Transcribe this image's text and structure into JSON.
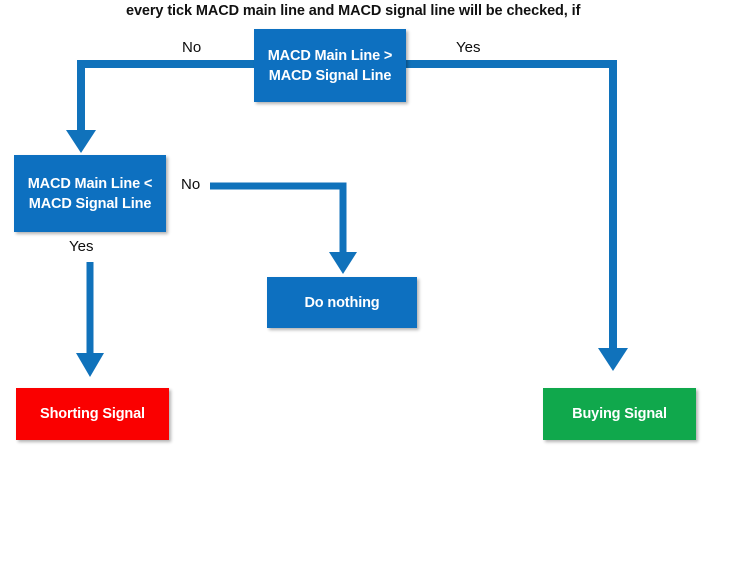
{
  "diagram": {
    "caption": "every tick MACD main line and MACD signal line will be checked, if",
    "colors": {
      "decision": "#0d70c0",
      "action_neutral": "#0d70c0",
      "sell_signal": "#fa0000",
      "buy_signal": "#10a84c",
      "connector": "#1072bb",
      "caption_text": "#111111",
      "label_text": "#0d0d0d",
      "node_text": "#ffffff",
      "background": "#ffffff"
    },
    "nodes": [
      {
        "id": "decision-main",
        "label": "MACD Main Line > MACD Signal Line",
        "lines": [
          "MACD Main Line",
          "> MACD Signal",
          "Line"
        ],
        "kind": "decision",
        "color": "#0d70c0"
      },
      {
        "id": "decision-secondary",
        "label": "MACD Main Line < MACD Signal Line",
        "lines": [
          "MACD Main Line",
          "< MACD Signal",
          "Line"
        ],
        "kind": "decision",
        "color": "#0d70c0"
      },
      {
        "id": "do-nothing",
        "label": "Do nothing",
        "lines": [
          "Do nothing"
        ],
        "kind": "action",
        "color": "#0d70c0"
      },
      {
        "id": "shorting-signal",
        "label": "Shorting Signal",
        "lines": [
          "Shorting Signal"
        ],
        "kind": "terminal",
        "color": "#fa0000"
      },
      {
        "id": "buying-signal",
        "label": "Buying Signal",
        "lines": [
          "Buying Signal"
        ],
        "kind": "terminal",
        "color": "#10a84c"
      }
    ],
    "edges": [
      {
        "id": "edge-no-left",
        "label": "No",
        "from": "decision-main",
        "to": "decision-secondary"
      },
      {
        "id": "edge-yes-right",
        "label": "Yes",
        "from": "decision-main",
        "to": "buying-signal"
      },
      {
        "id": "edge-no-mid",
        "label": "No",
        "from": "decision-secondary",
        "to": "do-nothing"
      },
      {
        "id": "edge-yes-down",
        "label": "Yes",
        "from": "decision-secondary",
        "to": "shorting-signal"
      }
    ]
  }
}
